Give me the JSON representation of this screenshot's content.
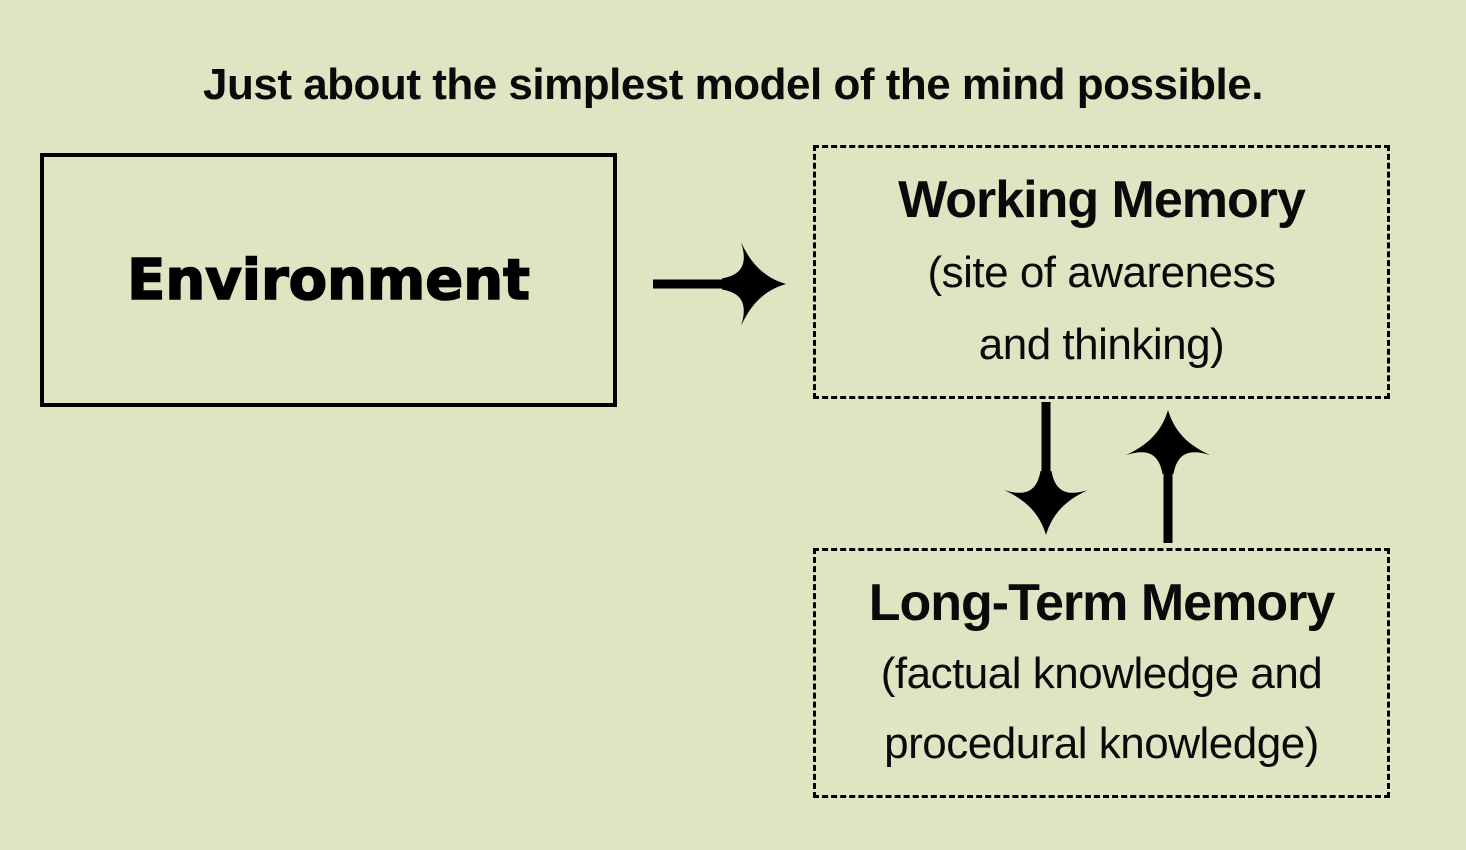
{
  "diagram": {
    "title": "Just about the simplest model of the mind possible.",
    "colors": {
      "background": "#dee5c2",
      "ink": "#000000"
    },
    "nodes": {
      "environment": {
        "label": "Environment",
        "border_style": "solid"
      },
      "working_memory": {
        "title": "Working Memory",
        "subtitle_line1": "(site of awareness",
        "subtitle_line2": "and thinking)",
        "border_style": "dashed"
      },
      "long_term_memory": {
        "title": "Long-Term Memory",
        "subtitle_line1": "(factual knowledge and",
        "subtitle_line2": "procedural knowledge)",
        "border_style": "dashed"
      }
    },
    "arrows": [
      {
        "name": "environment-to-working-memory",
        "direction": "right"
      },
      {
        "name": "working-memory-to-long-term-memory",
        "direction": "down"
      },
      {
        "name": "long-term-memory-to-working-memory",
        "direction": "up"
      }
    ]
  }
}
